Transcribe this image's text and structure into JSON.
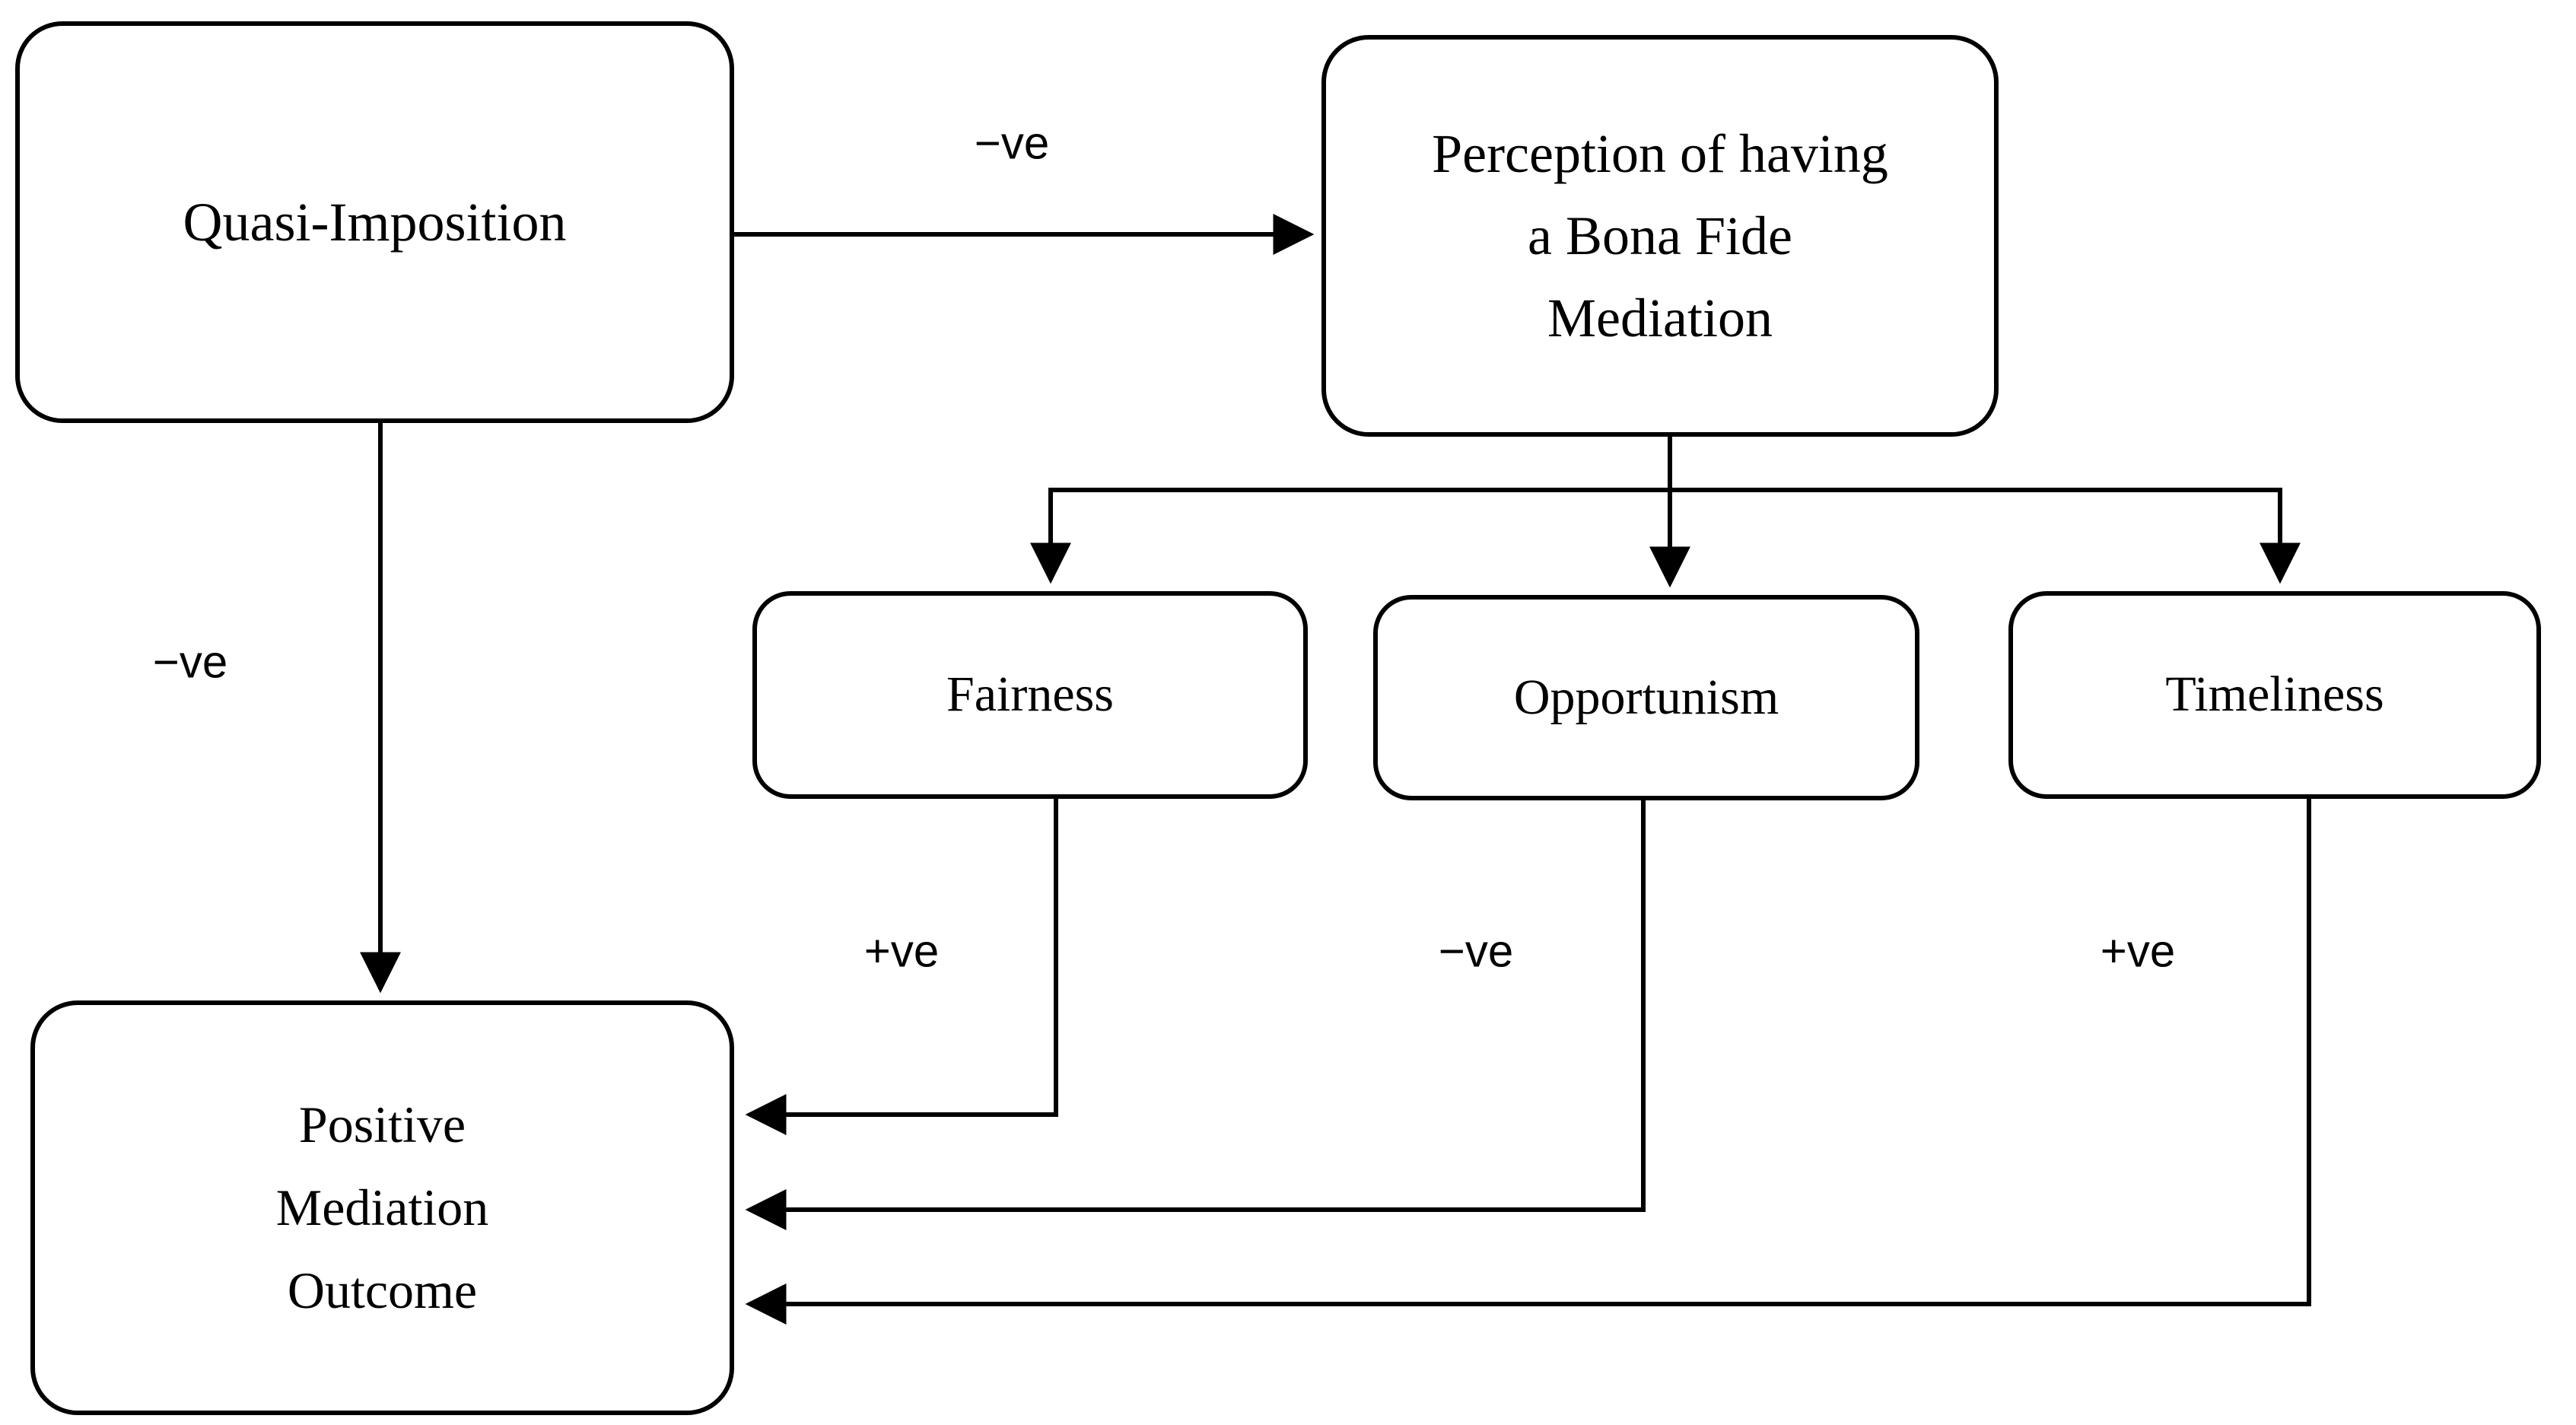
{
  "diagram": {
    "background_color": "#ffffff",
    "line_color": "#000000",
    "nodes": {
      "quasi_imposition": {
        "label": "Quasi-Imposition"
      },
      "perception": {
        "label": "Perception of having\na Bona Fide\nMediation"
      },
      "fairness": {
        "label": "Fairness"
      },
      "opportunism": {
        "label": "Opportunism"
      },
      "timeliness": {
        "label": "Timeliness"
      },
      "positive_outcome": {
        "label": "Positive\nMediation\nOutcome"
      }
    },
    "edge_labels": {
      "quasi_to_perception": "−ve",
      "quasi_to_outcome": "−ve",
      "fairness_to_outcome": "+ve",
      "opportunism_to_outcome": "−ve",
      "timeliness_to_outcome": "+ve"
    },
    "edges": [
      {
        "from": "Quasi-Imposition",
        "to": "Perception of having a Bona Fide Mediation",
        "sign": "−ve"
      },
      {
        "from": "Quasi-Imposition",
        "to": "Positive Mediation Outcome",
        "sign": "−ve"
      },
      {
        "from": "Perception of having a Bona Fide Mediation",
        "to": "Fairness",
        "sign": ""
      },
      {
        "from": "Perception of having a Bona Fide Mediation",
        "to": "Opportunism",
        "sign": ""
      },
      {
        "from": "Perception of having a Bona Fide Mediation",
        "to": "Timeliness",
        "sign": ""
      },
      {
        "from": "Fairness",
        "to": "Positive Mediation Outcome",
        "sign": "+ve"
      },
      {
        "from": "Opportunism",
        "to": "Positive Mediation Outcome",
        "sign": "−ve"
      },
      {
        "from": "Timeliness",
        "to": "Positive Mediation Outcome",
        "sign": "+ve"
      }
    ]
  }
}
